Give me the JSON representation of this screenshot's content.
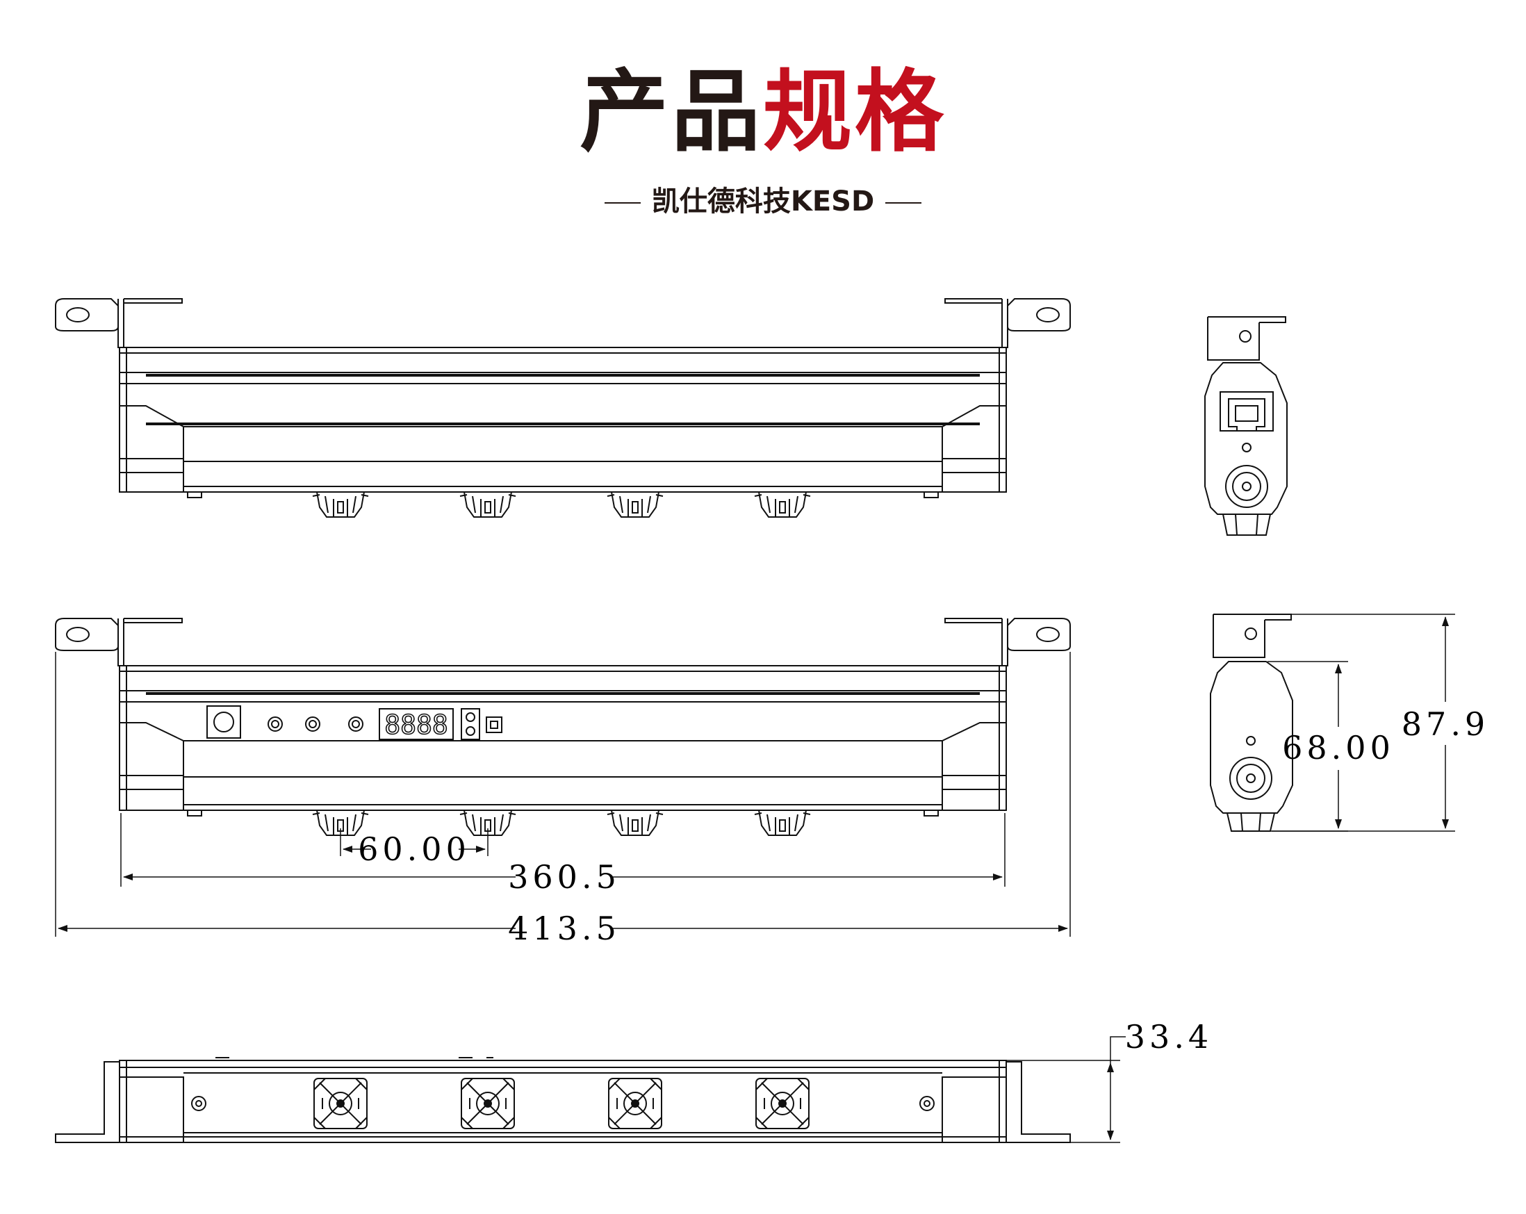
{
  "header": {
    "title_part1": "产品",
    "title_part2": "规格",
    "subtitle": "凯仕德科技KESD"
  },
  "colors": {
    "accent_red": "#c3101e",
    "ink": "#231815"
  },
  "display": {
    "digits": "8888"
  },
  "dimensions": {
    "nozzle_pitch": "60.00",
    "body_length": "360.5",
    "total_length": "413.5",
    "side_inner_height": "68.00",
    "side_total_height": "87.9",
    "depth": "33.4"
  }
}
